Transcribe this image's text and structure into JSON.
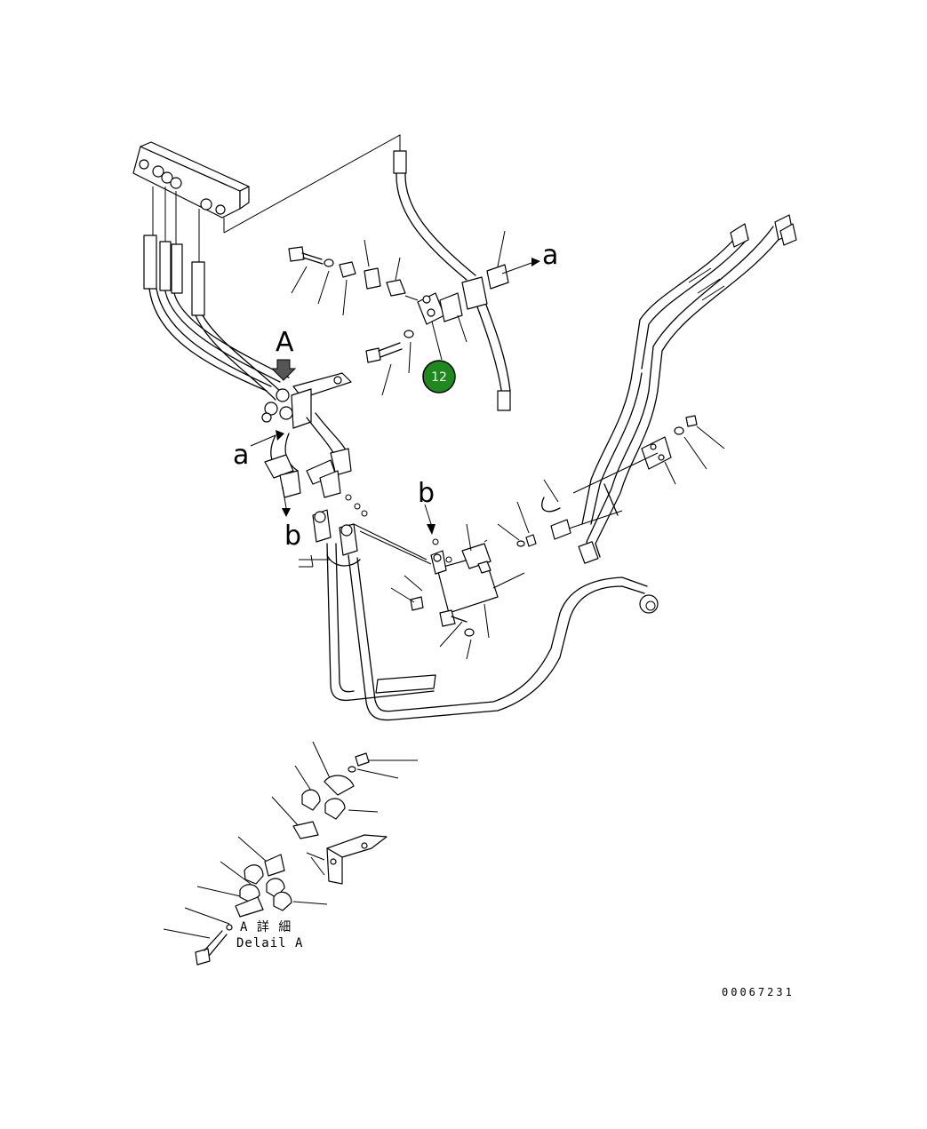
{
  "diagram": {
    "view_labels": {
      "view_a_upper": "A",
      "ref_a_left": "a",
      "ref_a_right": "a",
      "ref_b_left": "b",
      "ref_b_mid": "b"
    },
    "callout": {
      "number": "12",
      "fill_color": "#1e8a1e"
    },
    "detail_caption": {
      "line1": "A 詳 細",
      "line2": "Delail A"
    },
    "drawing_code": "00067231"
  }
}
